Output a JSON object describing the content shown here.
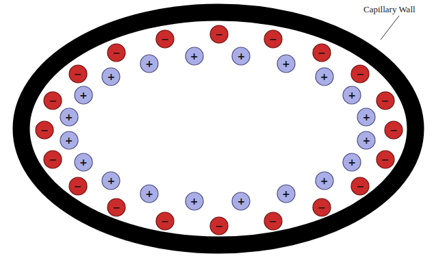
{
  "diagram": {
    "nodes": [
      {
        "text": [
          "−"
        ]
      },
      {
        "text": [
          "−"
        ]
      },
      {
        "text": [
          "−"
        ]
      },
      {
        "text": [
          "−"
        ]
      },
      {
        "text": [
          "−"
        ]
      },
      {
        "text": [
          "−"
        ]
      },
      {
        "text": [
          "−"
        ]
      },
      {
        "text": [
          "−"
        ]
      },
      {
        "text": [
          "−"
        ]
      },
      {
        "text": [
          "−"
        ]
      },
      {
        "text": [
          "−"
        ]
      },
      {
        "text": [
          "−"
        ]
      },
      {
        "text": [
          "−"
        ]
      },
      {
        "text": [
          "−"
        ]
      },
      {
        "text": [
          "−"
        ]
      },
      {
        "text": [
          "−"
        ]
      },
      {
        "text": [
          "−"
        ]
      },
      {
        "text": [
          "−"
        ]
      },
      {
        "text": [
          "−"
        ]
      },
      {
        "text": [
          "−"
        ]
      },
      {
        "text": [
          "+"
        ]
      },
      {
        "text": [
          "+"
        ]
      },
      {
        "text": [
          "+"
        ]
      },
      {
        "text": [
          "+"
        ]
      },
      {
        "text": [
          "+"
        ]
      },
      {
        "text": [
          "+"
        ]
      },
      {
        "text": [
          "+"
        ]
      },
      {
        "text": [
          "+"
        ]
      },
      {
        "text": [
          "+"
        ]
      },
      {
        "text": [
          "+"
        ]
      },
      {
        "text": [
          "+"
        ]
      },
      {
        "text": [
          "+"
        ]
      },
      {
        "text": [
          "+"
        ]
      },
      {
        "text": [
          "+"
        ]
      },
      {
        "text": [
          "+"
        ]
      },
      {
        "text": [
          "+"
        ]
      },
      {
        "text": [
          "+"
        ]
      },
      {
        "text": [
          "+"
        ]
      },
      {
        "text": [
          "+"
        ]
      },
      {
        "text": [
          "+"
        ]
      }
    ],
    "labels": [
      "Capillary Wall"
    ]
  }
}
